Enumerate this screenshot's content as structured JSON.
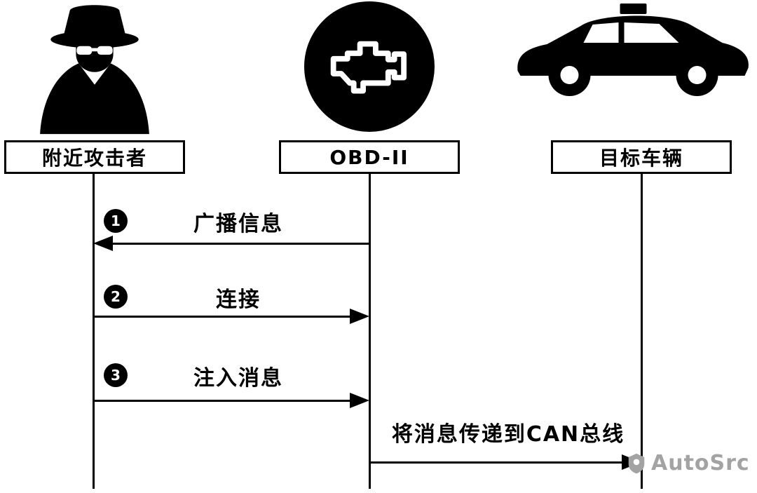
{
  "diagram": {
    "title": "OBD-II attack sequence diagram",
    "actors": [
      {
        "id": "attacker",
        "label": "附近攻击者",
        "icon": "spy-icon"
      },
      {
        "id": "obd",
        "label": "OBD-II",
        "icon": "engine-icon"
      },
      {
        "id": "target",
        "label": "目标车辆",
        "icon": "car-icon"
      }
    ],
    "messages": [
      {
        "num": "1",
        "label": "广播信息",
        "from": "OBD-II",
        "to": "附近攻击者",
        "direction": "left"
      },
      {
        "num": "2",
        "label": "连接",
        "from": "附近攻击者",
        "to": "OBD-II",
        "direction": "right"
      },
      {
        "num": "3",
        "label": "注入消息",
        "from": "附近攻击者",
        "to": "OBD-II",
        "direction": "right"
      },
      {
        "num": "",
        "label": "将消息传递到CAN总线",
        "from": "OBD-II",
        "to": "目标车辆",
        "direction": "right"
      }
    ],
    "watermark": {
      "text": "AutoSrc",
      "color": "#a3a3a3"
    },
    "colors": {
      "foreground": "#000000",
      "background": "#ffffff"
    }
  }
}
